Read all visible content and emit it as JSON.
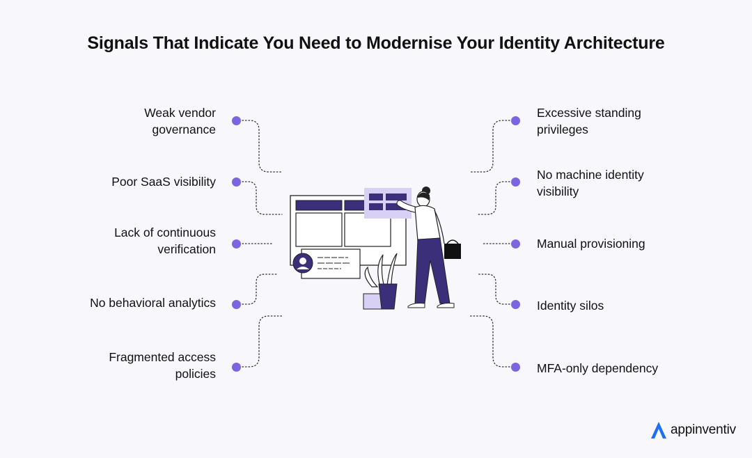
{
  "title": "Signals That Indicate You Need to Modernise Your Identity Architecture",
  "left_signals": [
    {
      "line1": "Weak vendor",
      "line2": "governance"
    },
    {
      "line1": "Poor SaaS visibility",
      "line2": ""
    },
    {
      "line1": "Lack of continuous",
      "line2": "verification"
    },
    {
      "line1": "No behavioral analytics",
      "line2": ""
    },
    {
      "line1": "Fragmented access",
      "line2": "policies"
    }
  ],
  "right_signals": [
    {
      "line1": "Excessive standing",
      "line2": "privileges"
    },
    {
      "line1": "No machine identity",
      "line2": "visibility"
    },
    {
      "line1": "Manual provisioning",
      "line2": ""
    },
    {
      "line1": "Identity silos",
      "line2": ""
    },
    {
      "line1": "MFA-only dependency",
      "line2": ""
    }
  ],
  "brand": {
    "name": "appinventiv",
    "logo_icon": "appinventiv-logo-icon"
  },
  "colors": {
    "accent": "#7b66e0",
    "dark_purple": "#3b2f7a",
    "light_purple": "#d8d0f5",
    "background": "#f7f7fc"
  }
}
